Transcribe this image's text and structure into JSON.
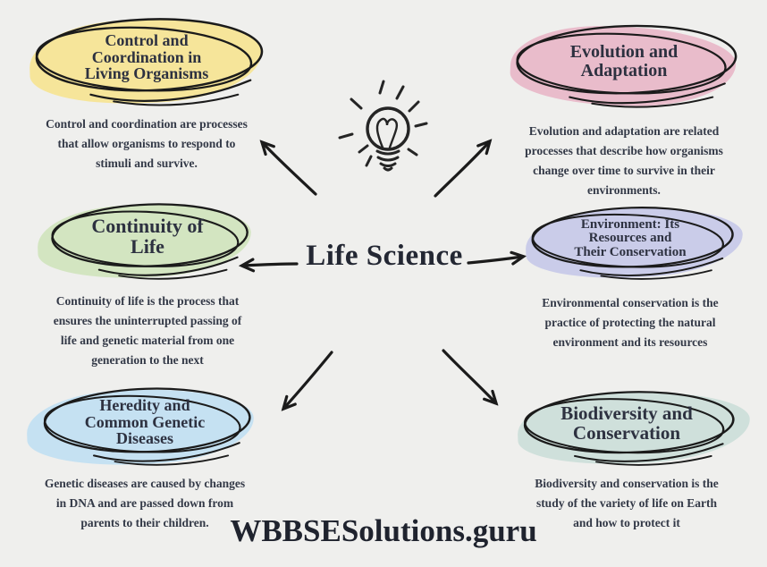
{
  "page": {
    "background": "#efefed",
    "center_title": "Life Science",
    "watermark": "WBBSESolutions.guru",
    "ink_color": "#1b1b1b",
    "title_color": "#232733",
    "center_icon": "lightbulb-icon"
  },
  "nodes": [
    {
      "id": "control-coordination",
      "title": "Control and\nCoordination in\nLiving Organisms",
      "description": "Control and coordination are processes\nthat allow organisms to respond to\nstimuli and survive.",
      "color": "#f6e59a"
    },
    {
      "id": "evolution-adaptation",
      "title": "Evolution and\nAdaptation",
      "description": "Evolution and adaptation are related\nprocesses that describe how organisms\nchange over time to survive in their\nenvironments.",
      "color": "#e9bccb"
    },
    {
      "id": "continuity-of-life",
      "title": "Continuity of\nLife",
      "description": "Continuity of life is the process that\nensures the uninterrupted passing of\nlife and genetic material from one\ngeneration to the next",
      "color": "#d3e5c1"
    },
    {
      "id": "environment-resources",
      "title": "Environment: Its\nResources and\nTheir Conservation",
      "description": "Environmental conservation is the\npractice of protecting the natural\nenvironment and its resources",
      "color": "#cacce9"
    },
    {
      "id": "heredity-genetic-diseases",
      "title": "Heredity and\nCommon Genetic\nDiseases",
      "description": "Genetic diseases are caused by changes\nin DNA and are passed down from\nparents to their children.",
      "color": "#c5e1f2"
    },
    {
      "id": "biodiversity-conservation",
      "title": "Biodiversity and\nConservation",
      "description": "Biodiversity and conservation is the\nstudy of the variety of life on Earth\nand how to protect it",
      "color": "#cfe0db"
    }
  ]
}
